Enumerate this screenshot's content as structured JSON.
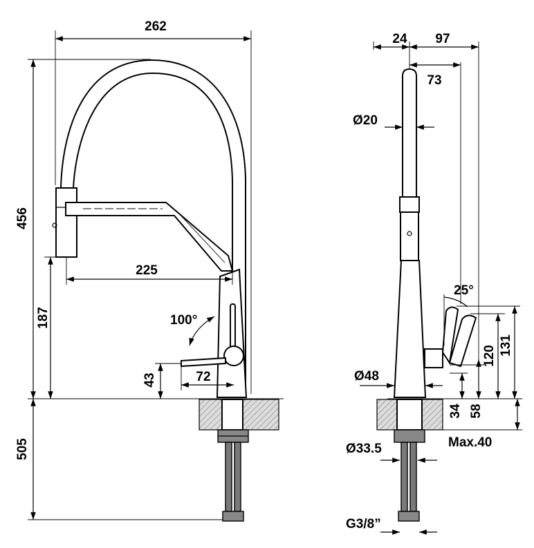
{
  "drawing": {
    "front_view": {
      "dims": {
        "total_width": "262",
        "height_456": "456",
        "height_187": "187",
        "spout_reach": "225",
        "lever_angle": "100°",
        "lever_height": "43",
        "lever_length": "72",
        "below_deck": "505"
      }
    },
    "side_view": {
      "dims": {
        "d24": "24",
        "d97": "97",
        "d73": "73",
        "spray_diameter": "Ø20",
        "lever_angle": "25°",
        "body_diameter": "Ø48",
        "h120": "120",
        "h131": "131",
        "h34": "34",
        "h58": "58",
        "max_deck": "Max.40",
        "shank_diameter": "Ø33.5",
        "thread": "G3/8”"
      }
    }
  }
}
